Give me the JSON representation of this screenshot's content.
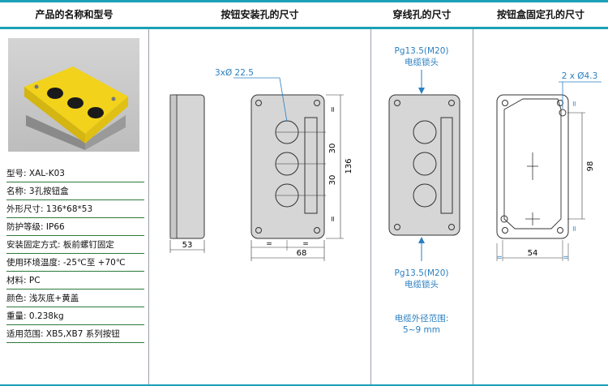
{
  "headers": {
    "product": "产品的名称和型号",
    "button_holes": "按钮安装孔的尺寸",
    "wire_holes": "穿线孔的尺寸",
    "mount_holes": "按钮盒固定孔的尺寸"
  },
  "specs": [
    {
      "label": "型号:",
      "value": "XAL-K03"
    },
    {
      "label": "名称:",
      "value": "3孔按钮盒"
    },
    {
      "label": "外形尺寸:",
      "value": "136*68*53"
    },
    {
      "label": "防护等级:",
      "value": "IP66"
    },
    {
      "label": "安装固定方式:",
      "value": "板前螺钉固定"
    },
    {
      "label": "使用环境温度:",
      "value": "-25℃至 +70℃"
    },
    {
      "label": "材料:",
      "value": "PC"
    },
    {
      "label": "颜色:",
      "value": "浅灰底+黄盖"
    },
    {
      "label": "重量:",
      "value": "0.238kg"
    },
    {
      "label": "适用范围:",
      "value": "XB5,XB7 系列按钮"
    }
  ],
  "drawing_button": {
    "hole_label": "3xØ 22.5",
    "dim_side_width": "53",
    "dim_front_width": "68",
    "dim_spacing_1": "30",
    "dim_spacing_2": "30",
    "dim_height": "136",
    "eq_marks": [
      "=",
      "=",
      "=",
      "="
    ]
  },
  "drawing_wire": {
    "top_label_1": "Pg13.5(M20)",
    "top_label_2": "电缆锁头",
    "bottom_label_1": "Pg13.5(M20)",
    "bottom_label_2": "电缆锁头",
    "range_label_1": "电缆外径范围:",
    "range_label_2": "5~9 mm"
  },
  "drawing_mount": {
    "hole_label": "2 x Ø4.3",
    "dim_height": "98",
    "dim_width": "54",
    "eq_marks": [
      "=",
      "=",
      "=",
      "="
    ]
  },
  "colors": {
    "accent": "#1aa0b8",
    "box_fill": "#d6d6d6",
    "annotation": "#2a7fc0",
    "rule_green": "#2d7a3a"
  }
}
